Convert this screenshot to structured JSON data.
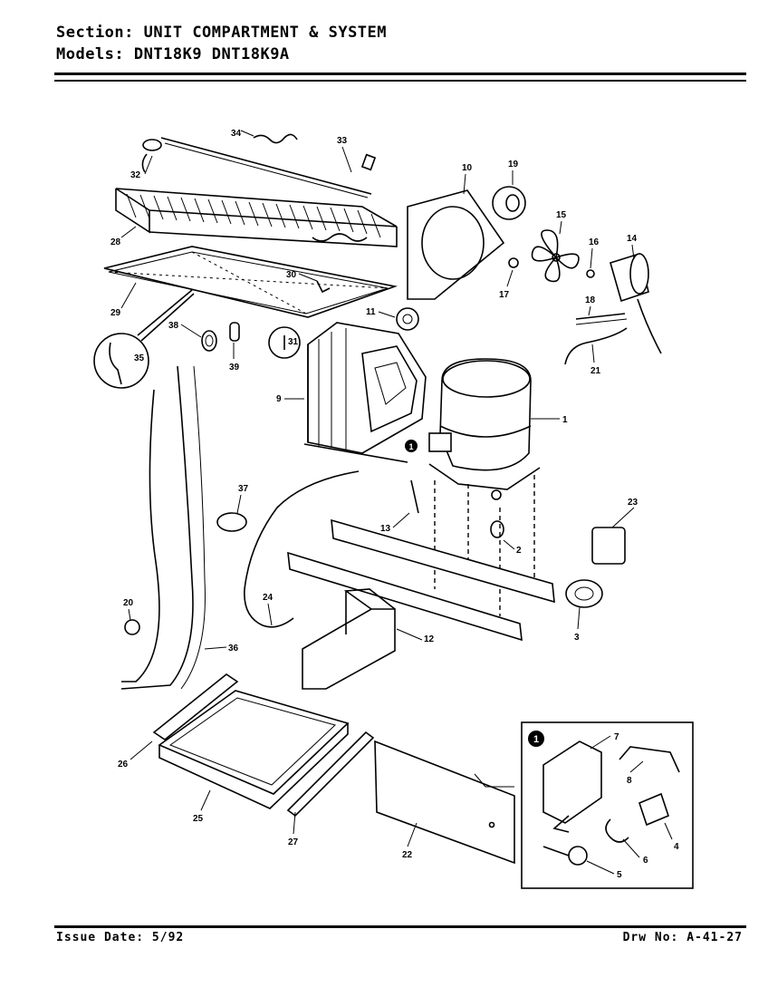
{
  "header": {
    "section_label": "Section:",
    "section_value": "UNIT COMPARTMENT & SYSTEM",
    "models_label": "Models:",
    "models_value": "DNT18K9   DNT18K9A"
  },
  "footer": {
    "issue_date": "Issue Date: 5/92",
    "drawing_number": "Drw No: A-41-27"
  },
  "callouts": {
    "c1": "1",
    "c2": "2",
    "c3": "3",
    "c4": "4",
    "c5": "5",
    "c6": "6",
    "c7": "7",
    "c8": "8",
    "c9": "9",
    "c10": "10",
    "c11": "11",
    "c12": "12",
    "c13": "13",
    "c14": "14",
    "c15": "15",
    "c16": "16",
    "c17": "17",
    "c18": "18",
    "c19": "19",
    "c20": "20",
    "c21": "21",
    "c22": "22",
    "c23": "23",
    "c24": "24",
    "c25": "25",
    "c26": "26",
    "c27": "27",
    "c28": "28",
    "c29": "29",
    "c30": "30",
    "c31": "31",
    "c32": "32",
    "c33": "33",
    "c34": "34",
    "c35": "35",
    "c36": "36",
    "c37": "37",
    "c38": "38",
    "c39": "39"
  },
  "inset": {
    "marker": "1",
    "labels": {
      "i7": "7",
      "i8": "8",
      "i4": "4",
      "i6": "6",
      "i5": "5"
    }
  },
  "compressor_marker": "1"
}
